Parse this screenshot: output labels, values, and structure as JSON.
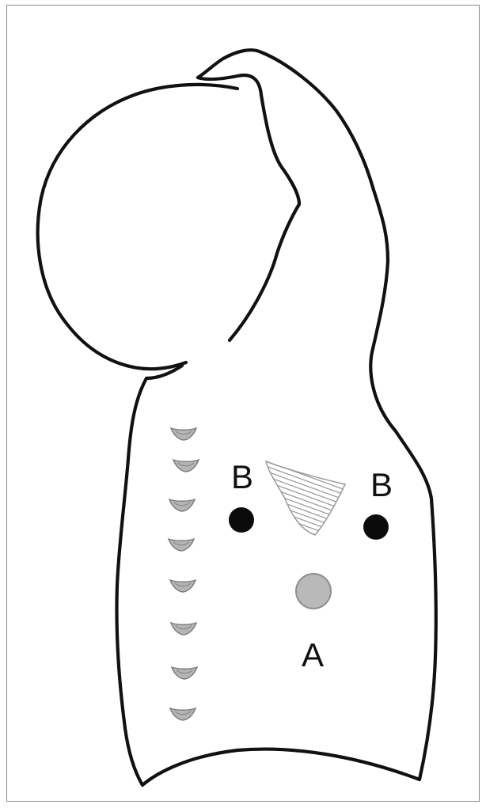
{
  "labels": {
    "left_point": "B",
    "right_point": "B",
    "center_point": "A"
  },
  "colors": {
    "outline": "#111111",
    "point_b": "#0b0b0b",
    "point_a": "#b9b9b9",
    "hatch": "#8c8c8c",
    "vertebra": "#9a9a9a"
  },
  "icons": {
    "spine_marks": "vertebra-icon",
    "scapula_tip": "hatched-triangle-icon"
  }
}
